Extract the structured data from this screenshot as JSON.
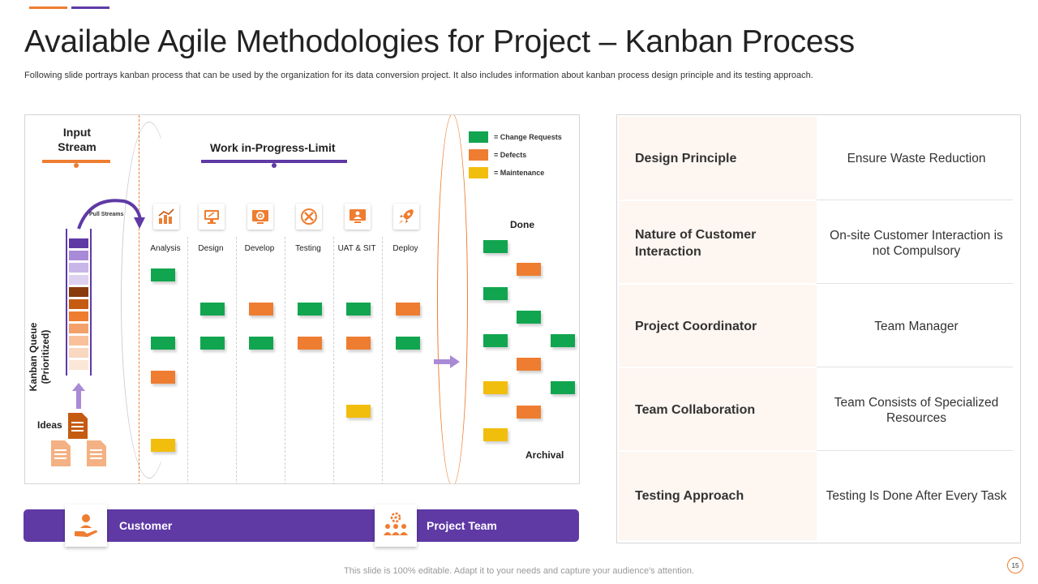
{
  "title": "Available Agile Methodologies for Project – Kanban Process",
  "subtitle": "Following slide portrays kanban process that can be used by the organization for its data conversion project. It also includes information about kanban process design principle and its testing approach.",
  "colors": {
    "purple": "#5f3aa5",
    "orange": "#ee7d31",
    "green": "#11a550",
    "yellow": "#f2be0e",
    "peach": "#fdf6f1"
  },
  "diagram": {
    "input_stream": "Input Stream",
    "wip_limit": "Work in-Progress-Limit",
    "kanban_queue": "Kanban Queue (Prioritized)",
    "pull_streams": "Pull Streams",
    "ideas": "Ideas",
    "done": "Done",
    "archival": "Archival",
    "stages": [
      {
        "label": "Analysis",
        "icon": "analysis-chart-icon"
      },
      {
        "label": "Design",
        "icon": "monitor-design-icon"
      },
      {
        "label": "Develop",
        "icon": "gear-screen-icon"
      },
      {
        "label": "Testing",
        "icon": "wrench-cross-icon"
      },
      {
        "label": "UAT  & SIT",
        "icon": "presenter-screen-icon"
      },
      {
        "label": "Deploy",
        "icon": "rocket-icon"
      }
    ],
    "legend": [
      {
        "label": "= Change Requests",
        "color": "#11a550"
      },
      {
        "label": "= Defects",
        "color": "#ee7d31"
      },
      {
        "label": "= Maintenance",
        "color": "#f2be0e"
      }
    ]
  },
  "bottom_bar": {
    "customer": "Customer",
    "project_team": "Project Team"
  },
  "table": {
    "rows": [
      {
        "label": "Design Principle",
        "value": "Ensure Waste Reduction"
      },
      {
        "label": "Nature of Customer Interaction",
        "value": "On-site Customer Interaction is not Compulsory"
      },
      {
        "label": "Project Coordinator",
        "value": "Team Manager"
      },
      {
        "label": "Team Collaboration",
        "value": "Team Consists of Specialized Resources"
      },
      {
        "label": "Testing Approach",
        "value": "Testing Is Done After Every Task"
      }
    ]
  },
  "footer": "This slide is 100% editable. Adapt it to your needs and capture your audience's attention.",
  "page_number": "15"
}
